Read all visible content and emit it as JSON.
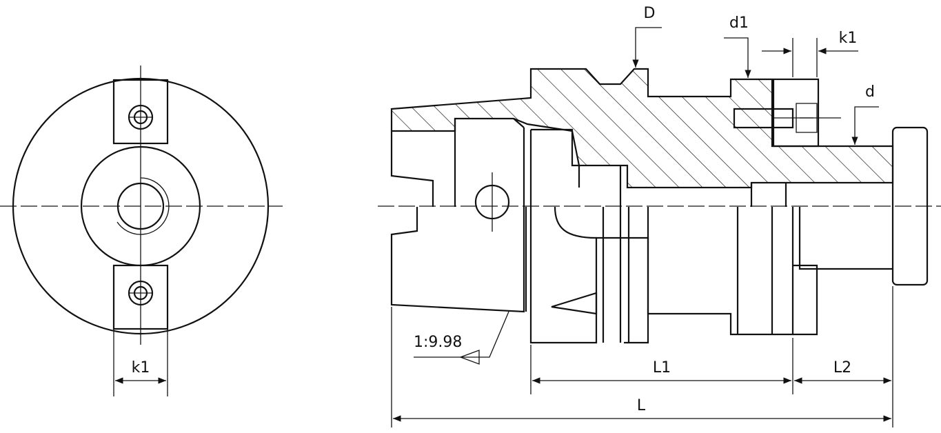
{
  "labels": {
    "d_big": "D",
    "d1": "d1",
    "k1_side": "k1",
    "d_small": "d",
    "taper": "1:9.98",
    "l1": "L1",
    "l2": "L2",
    "l": "L",
    "k1_front": "k1"
  }
}
